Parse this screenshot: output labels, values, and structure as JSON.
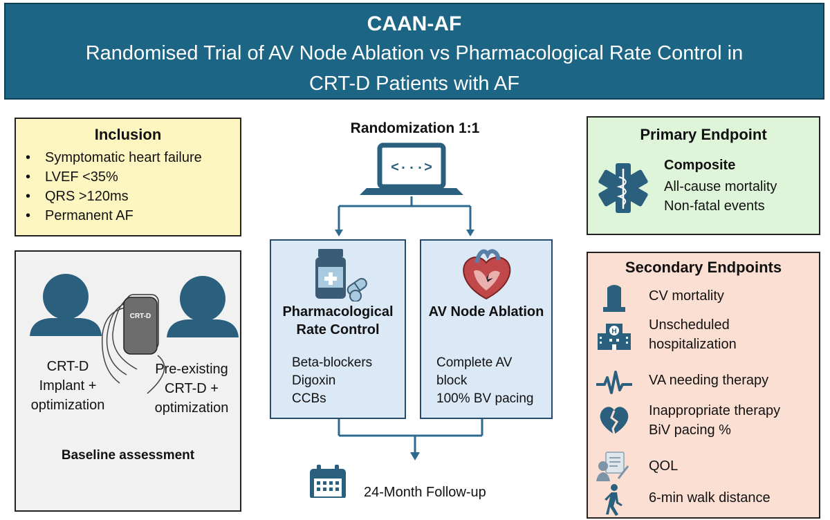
{
  "header": {
    "title": "CAAN-AF",
    "subtitle_line1": "Randomised Trial of AV Node Ablation vs Pharmacological Rate Control in",
    "subtitle_line2": "CRT-D Patients with AF"
  },
  "inclusion": {
    "title": "Inclusion",
    "items": [
      "Symptomatic heart failure",
      "LVEF <35%",
      "QRS >120ms",
      "Permanent AF"
    ]
  },
  "baseline": {
    "device_label": "CRT-D",
    "left_caption": [
      "CRT-D",
      "Implant +",
      "optimization"
    ],
    "right_caption": [
      "Pre-existing",
      "CRT-D +",
      "optimization"
    ],
    "footer": "Baseline assessment"
  },
  "randomization": {
    "label": "Randomization 1:1"
  },
  "arms": {
    "pharm": {
      "title_line1": "Pharmacological",
      "title_line2": "Rate Control",
      "items": [
        "Beta-blockers",
        "Digoxin",
        "CCBs"
      ]
    },
    "avn": {
      "title": "AV Node Ablation",
      "items": [
        "Complete AV",
        "block",
        "100% BV pacing"
      ]
    }
  },
  "followup": {
    "label": "24-Month Follow-up"
  },
  "primary": {
    "title": "Primary Endpoint",
    "subtitle": "Composite",
    "items": [
      "All-cause mortality",
      "Non-fatal events"
    ]
  },
  "secondary": {
    "title": "Secondary Endpoints",
    "items": [
      {
        "icon": "tombstone-icon",
        "lines": [
          "CV mortality"
        ]
      },
      {
        "icon": "hospital-icon",
        "lines": [
          "Unscheduled",
          "hospitalization"
        ]
      },
      {
        "icon": "pulse-icon",
        "lines": [
          "VA needing therapy"
        ]
      },
      {
        "icon": "broken-heart-icon",
        "lines": [
          "Inappropriate therapy",
          "BiV pacing %"
        ]
      },
      {
        "icon": "questionnaire-icon",
        "lines": [
          "QOL"
        ]
      },
      {
        "icon": "walking-person-icon",
        "lines": [
          "6-min walk distance"
        ]
      }
    ]
  },
  "colors": {
    "header_bg": "#1d6584",
    "inclusion_bg": "#fdf6c1",
    "baseline_bg": "#f1f1f1",
    "primary_bg": "#dff5d9",
    "secondary_bg": "#fbdfd3",
    "arm_bg": "#dbe8f5",
    "icon_blue": "#2b5f7e",
    "arrow": "#2d6a8f"
  }
}
